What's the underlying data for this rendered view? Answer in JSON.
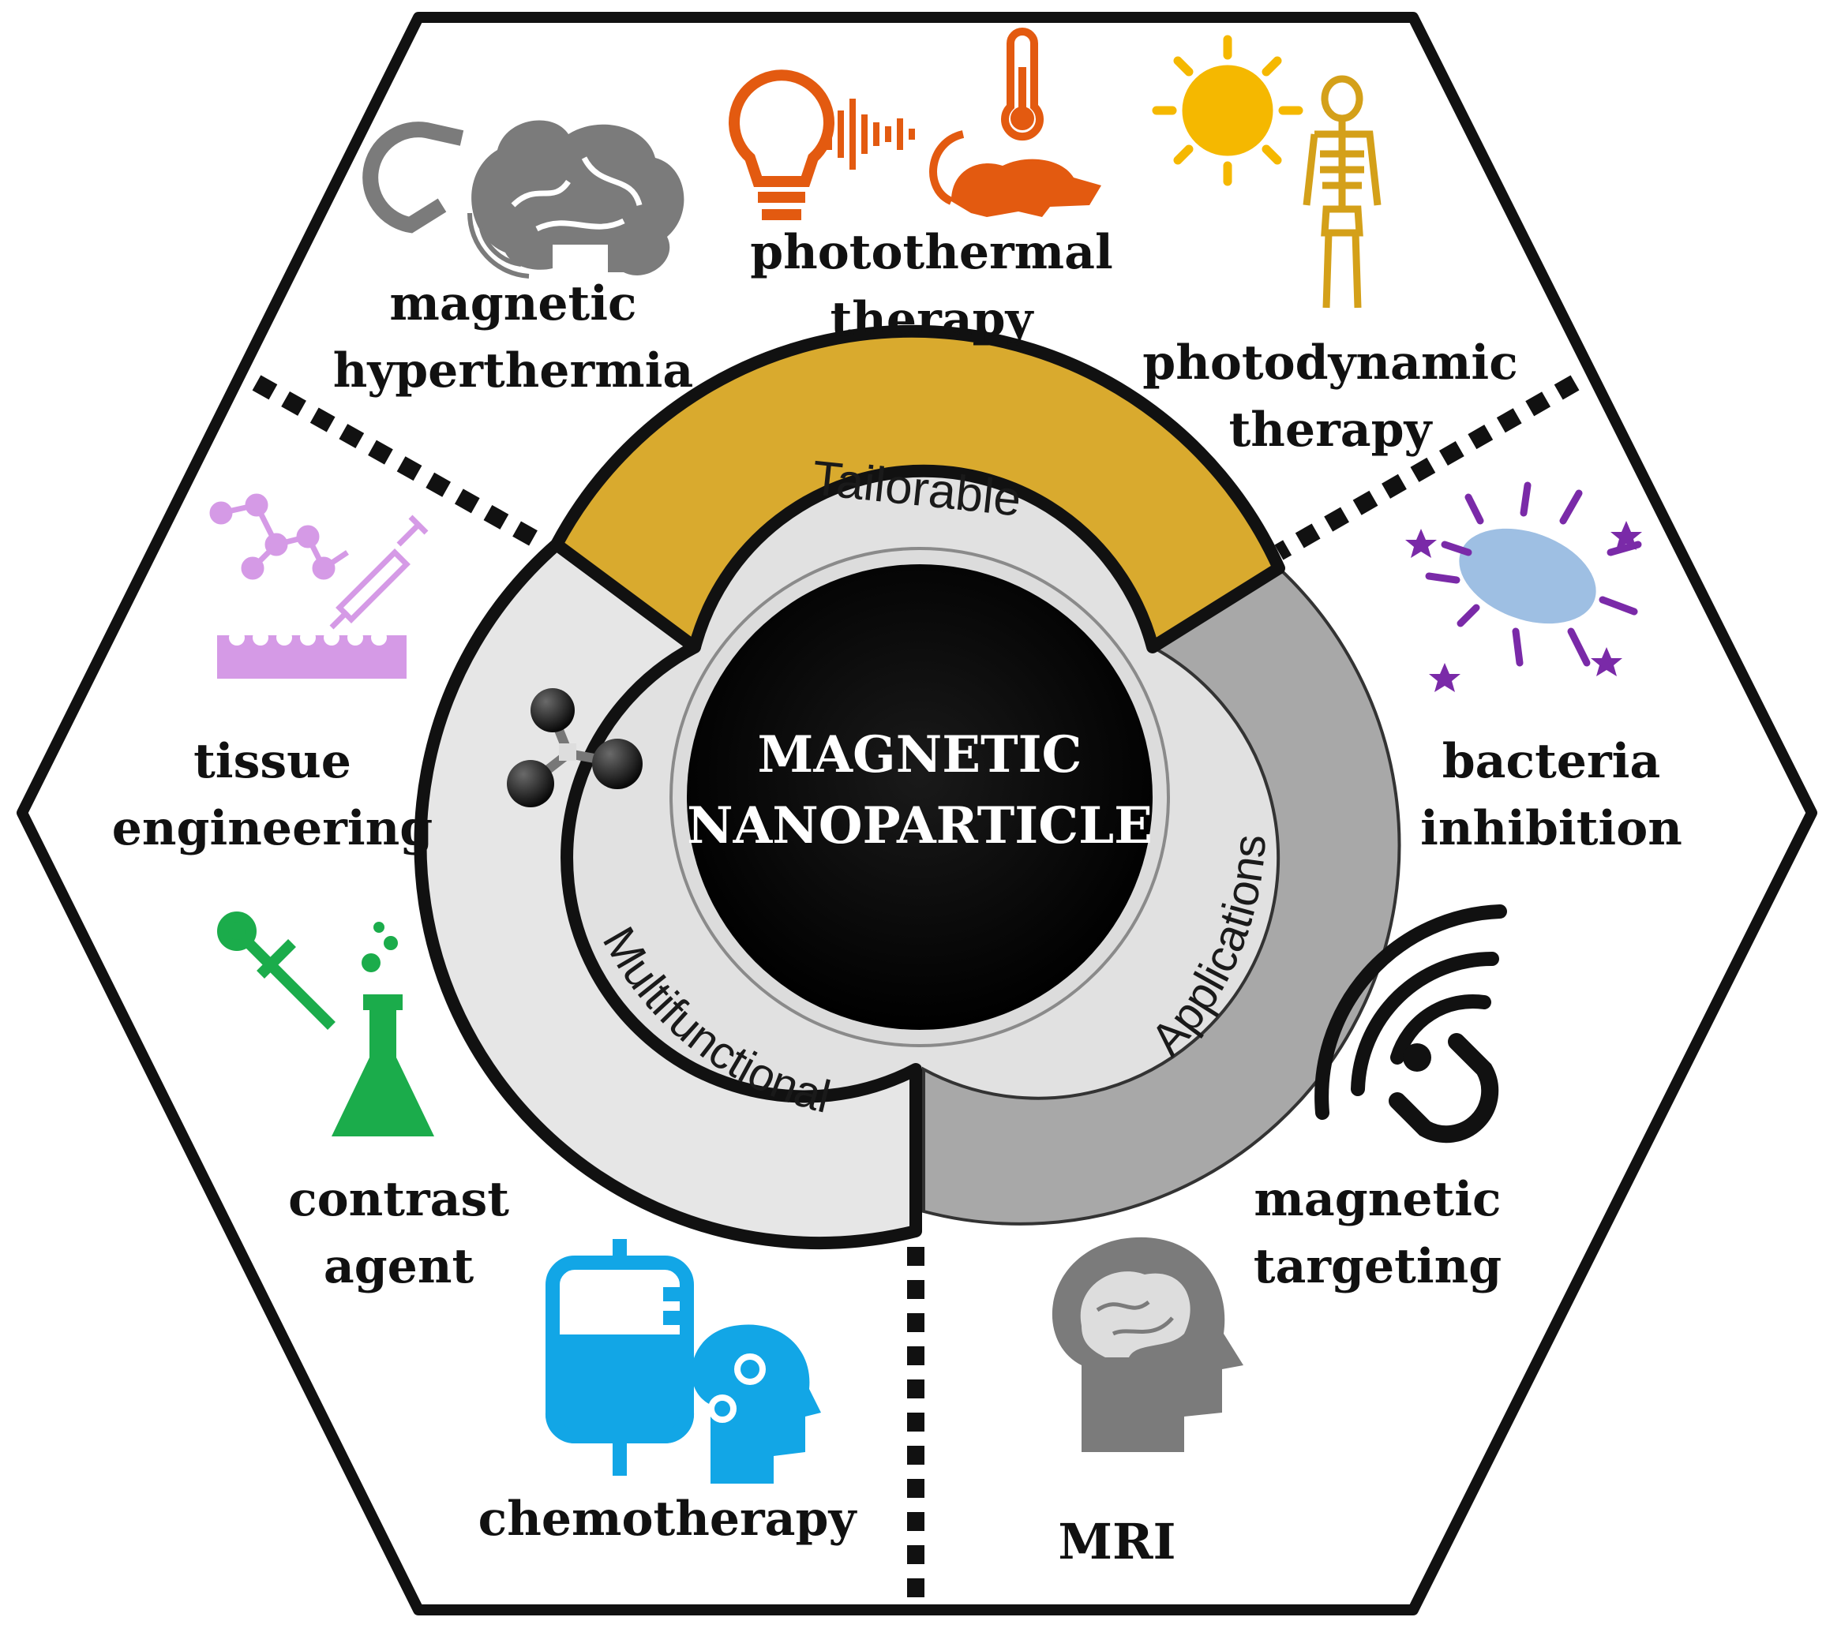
{
  "center": {
    "line1": "MAGNETIC",
    "line2": "NANOPARTICLE"
  },
  "ring": {
    "tailorable": "Tailorable",
    "multifunctional": "Multifunctional",
    "applications": "Applications"
  },
  "applications": {
    "magnetic_hyperthermia": {
      "line1": "magnetic",
      "line2": "hyperthermia"
    },
    "photothermal_therapy": {
      "line1": "photothermal",
      "line2": "therapy"
    },
    "photodynamic_therapy": {
      "line1": "photodynamic",
      "line2": "therapy"
    },
    "bacteria_inhibition": {
      "line1": "bacteria",
      "line2": "inhibition"
    },
    "magnetic_targeting": {
      "line1": "magnetic",
      "line2": "targeting"
    },
    "mri": {
      "line1": "MRI"
    },
    "chemotherapy": {
      "line1": "chemotherapy"
    },
    "contrast_agent": {
      "line1": "contrast",
      "line2": "agent"
    },
    "tissue_engineering": {
      "line1": "tissue",
      "line2": "engineering"
    }
  },
  "colors": {
    "tailorable": "#d9aa2e",
    "multifunctional": "#e0e0e0",
    "applications": "#a8a8a8",
    "core": "#000000",
    "photothermal": "#e35a10",
    "photodynamic": "#f5b800",
    "skeleton": "#d4a019",
    "bacteria": "#9ebfe3",
    "bacteria_accent": "#7a2aa8",
    "tissue": "#d59ae6",
    "contrast": "#1bac4b",
    "chemo": "#12a6e6",
    "grey_icon": "#7b7b7b"
  },
  "icons": [
    "magnet-icon",
    "brain-icon",
    "lightbulb-icon",
    "soundwave-icon",
    "thermometer-icon",
    "mouse-icon",
    "sun-icon",
    "skeleton-icon",
    "bacteria-icon",
    "molecule-syringe-icon",
    "dropper-icon",
    "flask-icon",
    "iv-bag-icon",
    "head-gears-icon",
    "head-brain-icon",
    "magnet-signal-icon",
    "nanoparticle-molecule-icon"
  ]
}
